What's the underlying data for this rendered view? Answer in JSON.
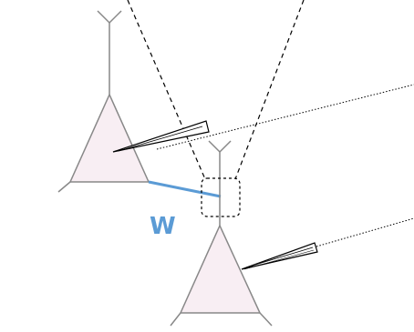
{
  "diagram": {
    "weight_label": "W",
    "colors": {
      "neuron_fill": "#f8eef3",
      "neuron_stroke": "#888888",
      "weight": "#5b9bd5",
      "line": "#000000",
      "background": "#ffffff"
    },
    "elements": {
      "presynaptic_neuron": "triangle",
      "postsynaptic_neuron": "triangle",
      "synapse": "dashed-box",
      "recording_pipette_pre": "pipette",
      "recording_pipette_post": "pipette"
    }
  }
}
